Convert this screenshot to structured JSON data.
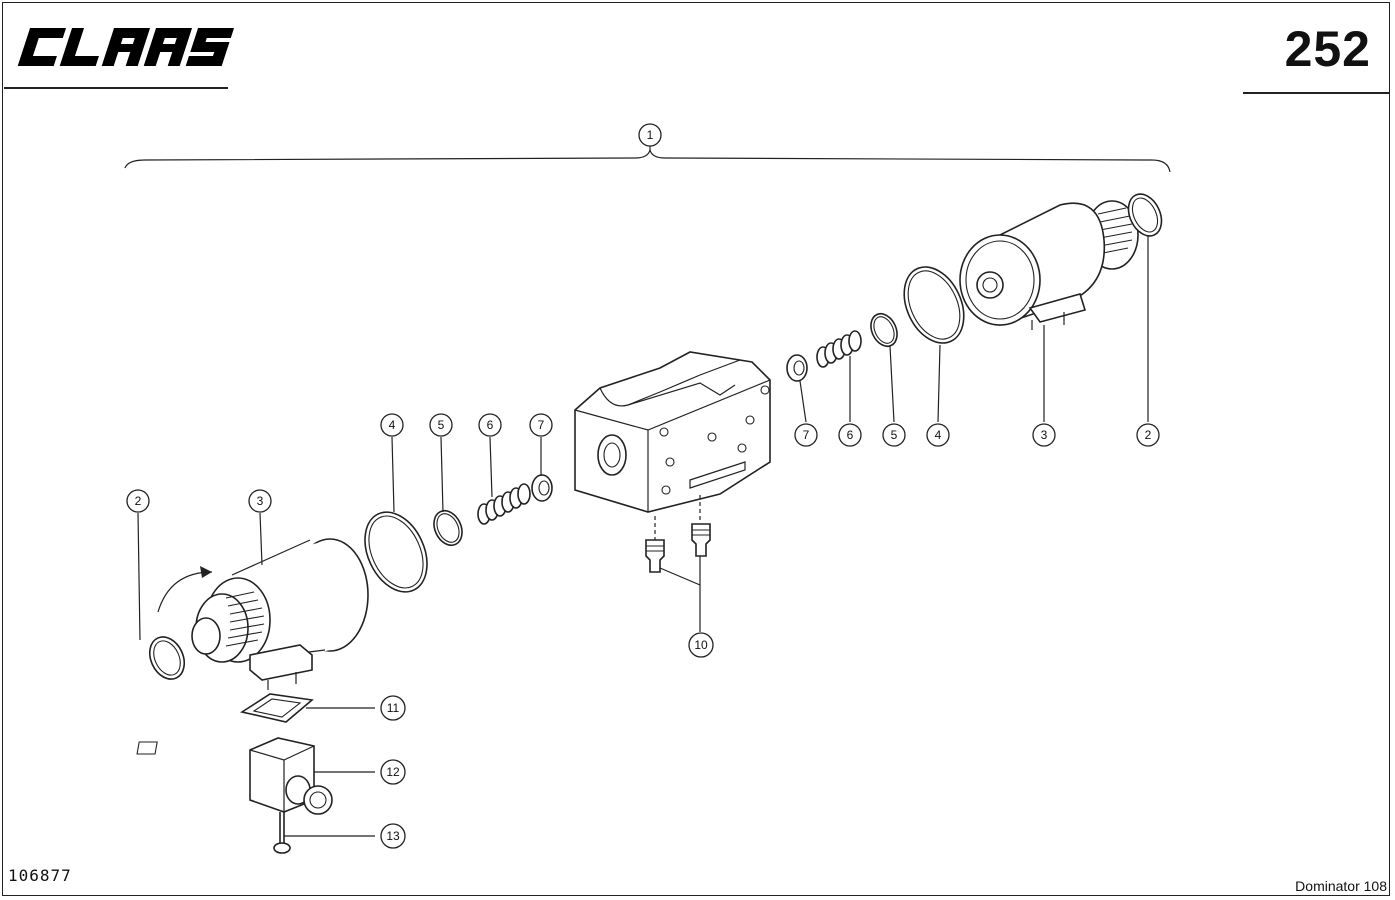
{
  "header": {
    "brand": "CLAAS",
    "page_number": "252"
  },
  "footer": {
    "document_id": "106877",
    "model": "Dominator 108"
  },
  "callouts": {
    "c1": "1",
    "c2_left": "2",
    "c3_left": "3",
    "c4_left": "4",
    "c5_left": "5",
    "c6_left": "6",
    "c7_left": "7",
    "c7_right": "7",
    "c6_right": "6",
    "c5_right": "5",
    "c4_right": "4",
    "c3_right": "3",
    "c2_right": "2",
    "c10": "10",
    "c11": "11",
    "c12": "12",
    "c13": "13"
  }
}
